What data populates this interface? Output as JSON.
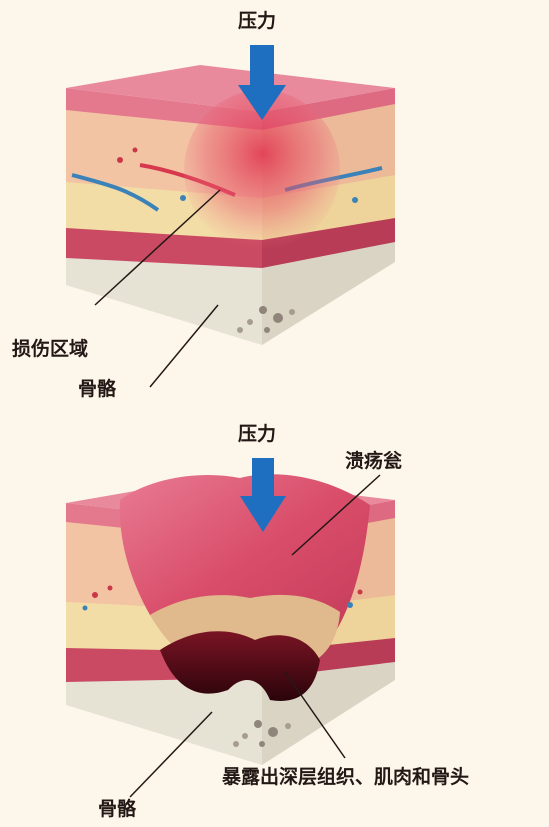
{
  "diagram": {
    "top": {
      "pressure_label": "压力",
      "damage_label": "损伤区域",
      "bone_label": "骨骼"
    },
    "bottom": {
      "pressure_label": "压力",
      "ulcer_label": "溃疡瓮",
      "exposure_label": "暴露出深层组织、肌肉和骨头",
      "bone_label": "骨骼"
    }
  },
  "colors": {
    "background": "#fdf6ea",
    "arrow": "#1f6fc0",
    "skin_top": "#e3758a",
    "dermis": "#f2c6a6",
    "fat": "#f6dfa8",
    "muscle": "#c8475e",
    "bone": "#e8e4d8",
    "ulcer": "#d9546f",
    "ulcer_deep": "#4a0a14",
    "text": "#231815"
  }
}
